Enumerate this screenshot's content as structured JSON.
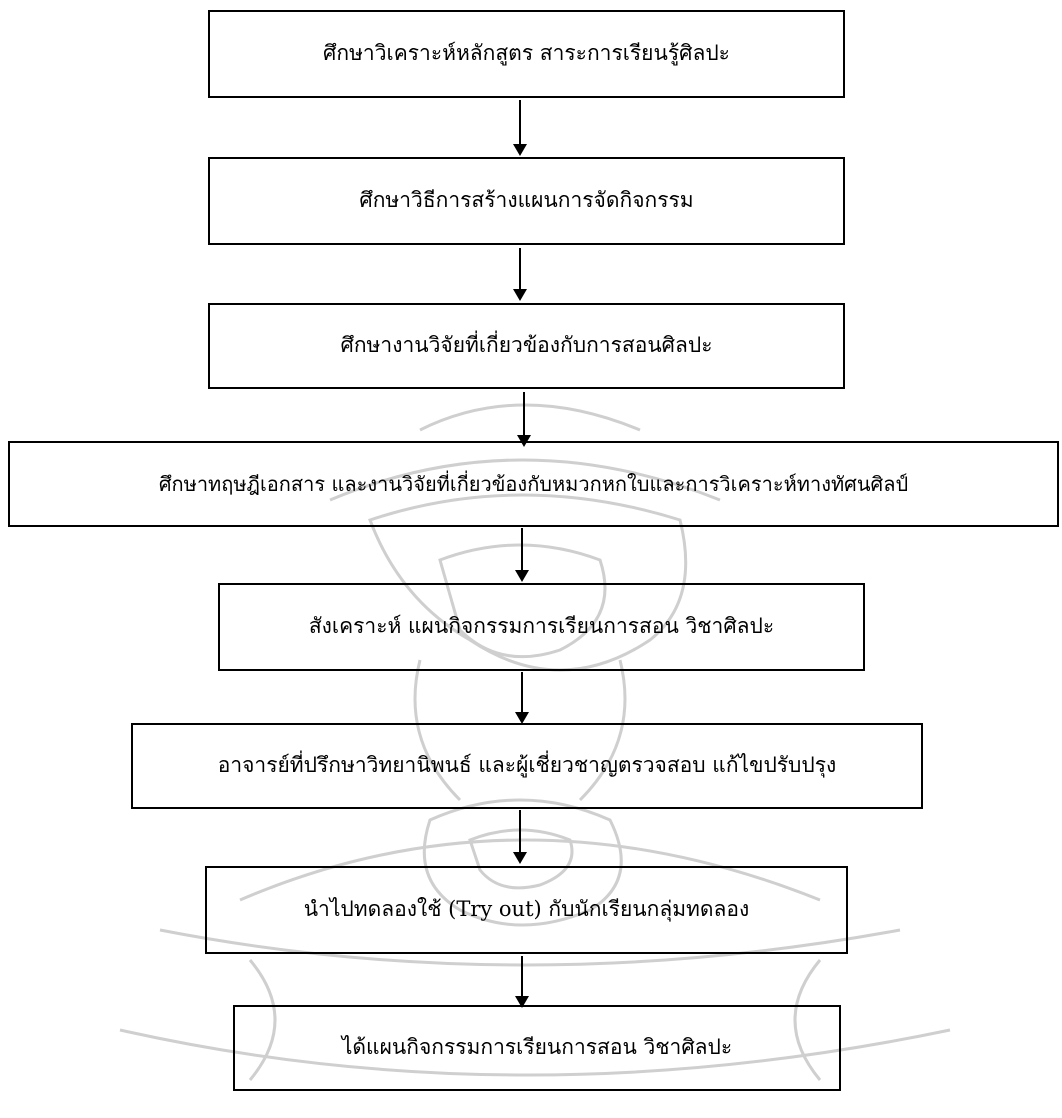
{
  "flowchart": {
    "steps": [
      "ศึกษาวิเคราะห์หลักสูตร สาระการเรียนรู้ศิลปะ",
      "ศึกษาวิธีการสร้างแผนการจัดกิจกรรม",
      "ศึกษางานวิจัยที่เกี่ยวข้องกับการสอนศิลปะ",
      "ศึกษาทฤษฎีเอกสาร และงานวิจัยที่เกี่ยวข้องกับหมวกหกใบและการวิเคราะห์ทางทัศนศิลป์",
      "สังเคราะห์ แผนกิจกรรมการเรียนการสอน วิชาศิลปะ",
      "อาจารย์ที่ปรึกษาวิทยานิพนธ์ และผู้เชี่ยวชาญตรวจสอบ แก้ไขปรับปรุง",
      "นำไปทดลองใช้ (Try out) กับนักเรียนกลุ่มทดลอง",
      "ได้แผนกิจกรรมการเรียนการสอน วิชาศิลปะ"
    ]
  },
  "watermark": {
    "icon": "university-seal-watermark-icon",
    "color": "#c8c8c8"
  }
}
